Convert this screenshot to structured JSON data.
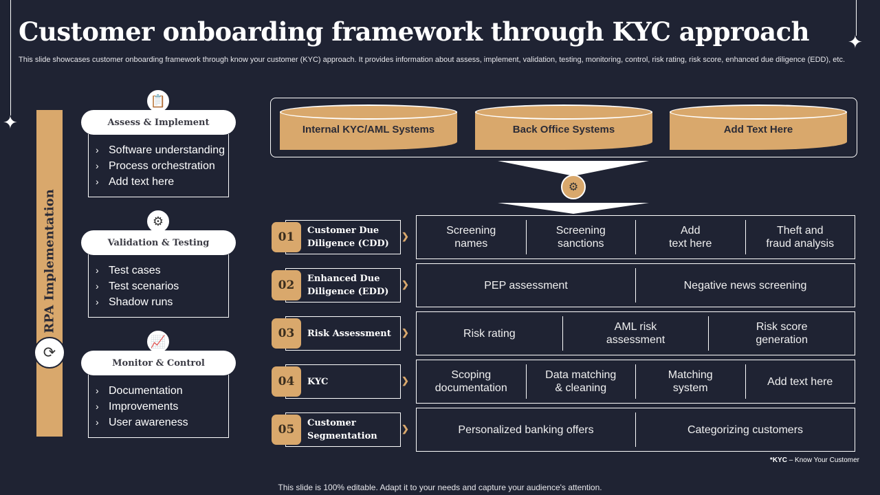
{
  "title": "Customer onboarding framework through KYC approach",
  "subtitle": "This slide showcases customer onboarding framework through know your customer (KYC) approach. It provides information about assess, implement, validation, testing, monitoring, control, risk rating, risk score, enhanced due diligence (EDD), etc.",
  "rpa_label": "RPA Implementation",
  "phases": [
    {
      "title": "Assess  & Implement",
      "items": [
        "Software understanding",
        "Process orchestration",
        "Add text here"
      ]
    },
    {
      "title": "Validation & Testing",
      "items": [
        "Test cases",
        "Test scenarios",
        "Shadow runs"
      ]
    },
    {
      "title": "Monitor & Control",
      "items": [
        "Documentation",
        "Improvements",
        "User awareness"
      ]
    }
  ],
  "systems": [
    "Internal KYC/AML Systems",
    "Back Office Systems",
    "Add  Text Here"
  ],
  "steps": [
    {
      "num": "01",
      "label": "Customer Due Diligence (CDD)",
      "cells": [
        "Screening\nnames",
        "Screening\nsanctions",
        "Add\ntext here",
        "Theft  and\nfraud analysis"
      ]
    },
    {
      "num": "02",
      "label": "Enhanced Due Diligence (EDD)",
      "cells": [
        "PEP assessment",
        "Negative news screening"
      ]
    },
    {
      "num": "03",
      "label": "Risk Assessment",
      "cells": [
        "Risk rating",
        "AML risk\nassessment",
        "Risk score\ngeneration"
      ]
    },
    {
      "num": "04",
      "label": "KYC",
      "cells": [
        "Scoping\ndocumentation",
        "Data matching\n& cleaning",
        "Matching\nsystem",
        "Add text here"
      ]
    },
    {
      "num": "05",
      "label": "Customer Segmentation",
      "cells": [
        "Personalized banking offers",
        "Categorizing customers"
      ]
    }
  ],
  "footnote_key": "*KYC",
  "footnote_text": " – Know Your Customer",
  "bottom_note": "This slide is 100% editable. Adapt it to your needs and capture your audience's attention.",
  "colors": {
    "background": "#1f2333",
    "accent": "#d9a86c"
  }
}
